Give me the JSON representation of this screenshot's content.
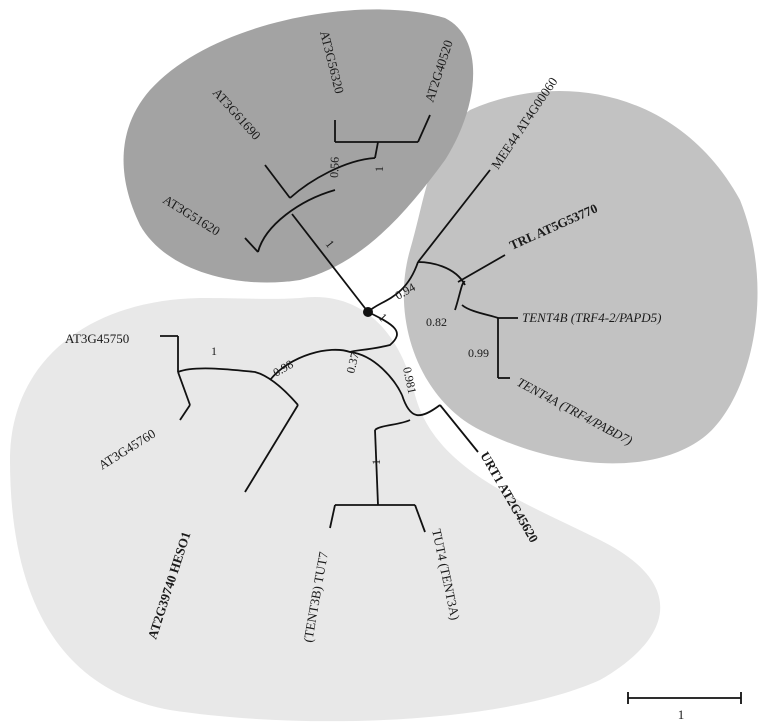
{
  "colors": {
    "clade_dark": "#a3a3a3",
    "clade_mid": "#c2c2c2",
    "clade_light": "#e8e8e8",
    "branch": "#111111"
  },
  "leaves": {
    "at3g61690": "AT3G61690",
    "at3g56320": "AT3G56320",
    "at2g40520": "AT2G40520",
    "at3g51620": "AT3G51620",
    "mee44": "MEE44 AT4G00060",
    "trl": "TRL AT5G53770",
    "tent4b": "TENT4B (TRF4-2/PAPD5)",
    "tent4a": "TENT4A (TRF4/PABD7)",
    "at3g45750": "AT3G45750",
    "at3g45760": "AT3G45760",
    "heso1": "AT2G39740 HESO1",
    "tent3b": "(TENT3B) TUT7",
    "tut4": "TUT4 (TENT3A)",
    "urt1": "URT1 AT2G45620"
  },
  "support": {
    "dark_inner": "1",
    "dark_mid": "0.56",
    "dark_stem": "1",
    "mid_stem": "0.94",
    "mid_inner": "0.82",
    "mid_tent4": "0.99",
    "root_mid": "1",
    "light_stem": "0.37",
    "light_left": "0.98",
    "light_45750": "1",
    "light_right": "0.981",
    "light_tut": "1"
  },
  "scale": {
    "label": "1"
  }
}
